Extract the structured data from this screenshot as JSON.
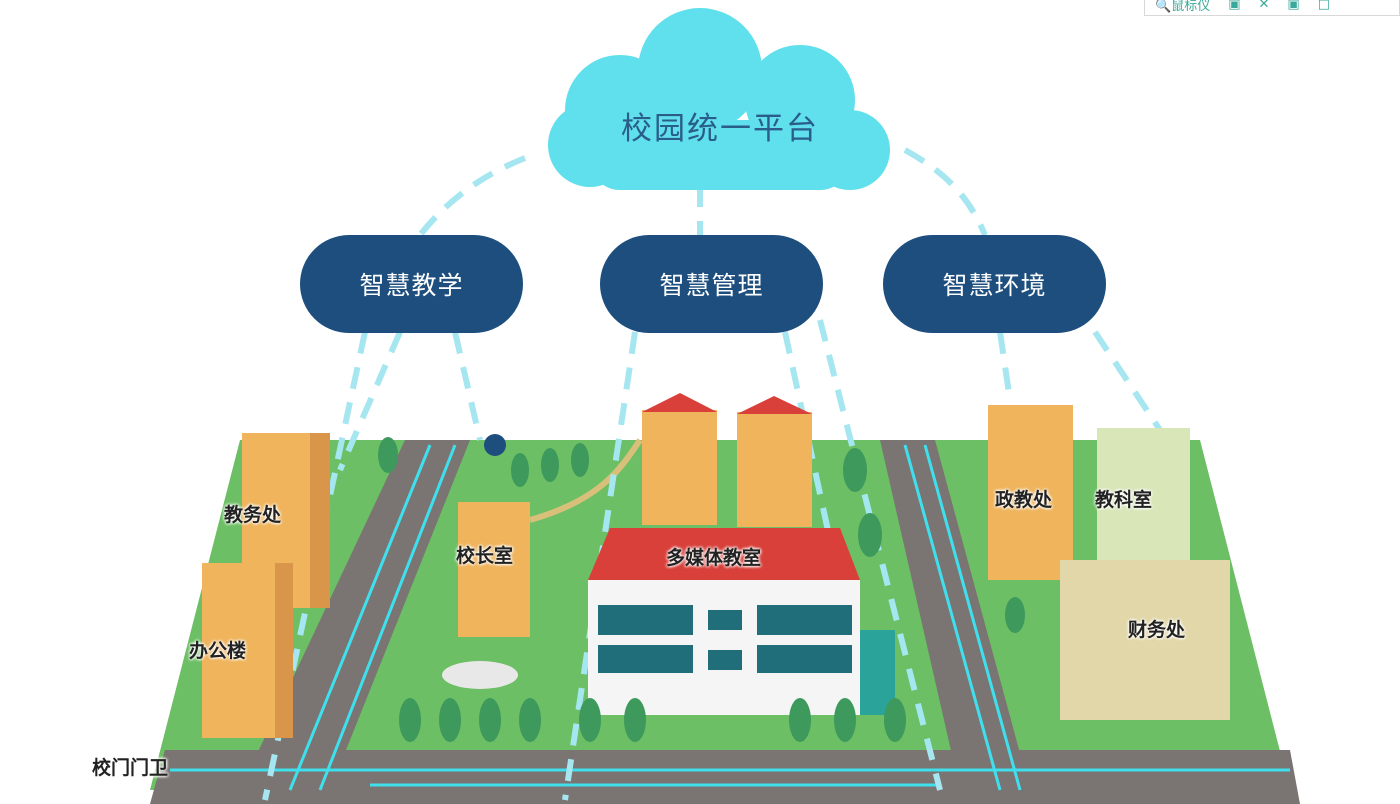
{
  "toolbar": {
    "zoom_label": "鼠标仪",
    "icons": [
      "zoom-icon",
      "save-icon",
      "tool-icon",
      "image-icon",
      "copy-icon"
    ]
  },
  "platform": {
    "title": "校园统一平台"
  },
  "pillars": [
    {
      "label": "智慧教学"
    },
    {
      "label": "智慧管理"
    },
    {
      "label": "智慧环境"
    }
  ],
  "buildings": {
    "academic_affairs": "教务处",
    "office_building": "办公楼",
    "principal_office": "校长室",
    "multimedia_classroom": "多媒体教室",
    "political_education": "政教处",
    "research_office": "教科室",
    "finance_office": "财务处",
    "gate_guard": "校门门卫"
  },
  "colors": {
    "cloud": "#5fe0ec",
    "pill": "#1d4e7e",
    "grass": "#6cbf64",
    "road": "#7a7472",
    "line": "#3fe0ee",
    "building": "#efb45c"
  }
}
